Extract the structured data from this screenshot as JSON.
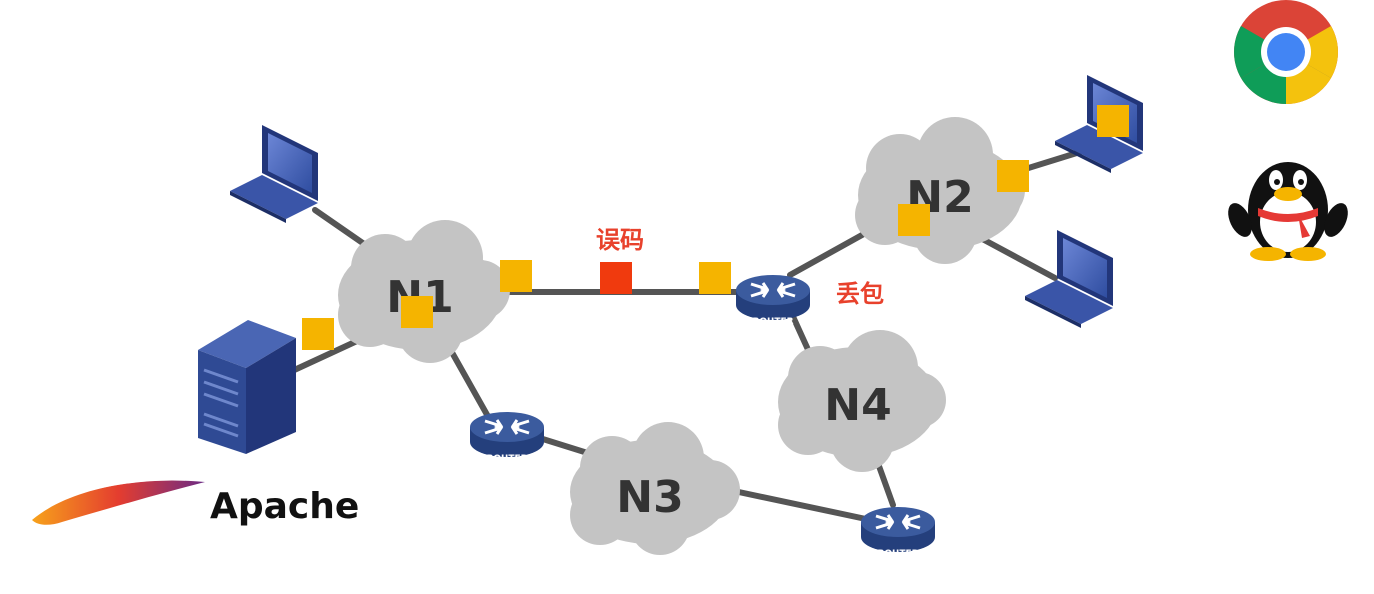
{
  "nodes": {
    "n1": "N1",
    "n2": "N2",
    "n3": "N3",
    "n4": "N4"
  },
  "router_label": "ROUTER",
  "annotations": {
    "bit_error": "误码",
    "packet_loss": "丢包"
  },
  "server_brand": "Apache",
  "client_apps": [
    "chrome-icon",
    "qq-penguin-icon"
  ],
  "colors": {
    "packet": "#f5b400",
    "error_packet": "#f03a0e",
    "cloud": "#c4c4c4",
    "link": "#555555",
    "router": "#3b5b9e",
    "alert_text": "#e8412c"
  }
}
